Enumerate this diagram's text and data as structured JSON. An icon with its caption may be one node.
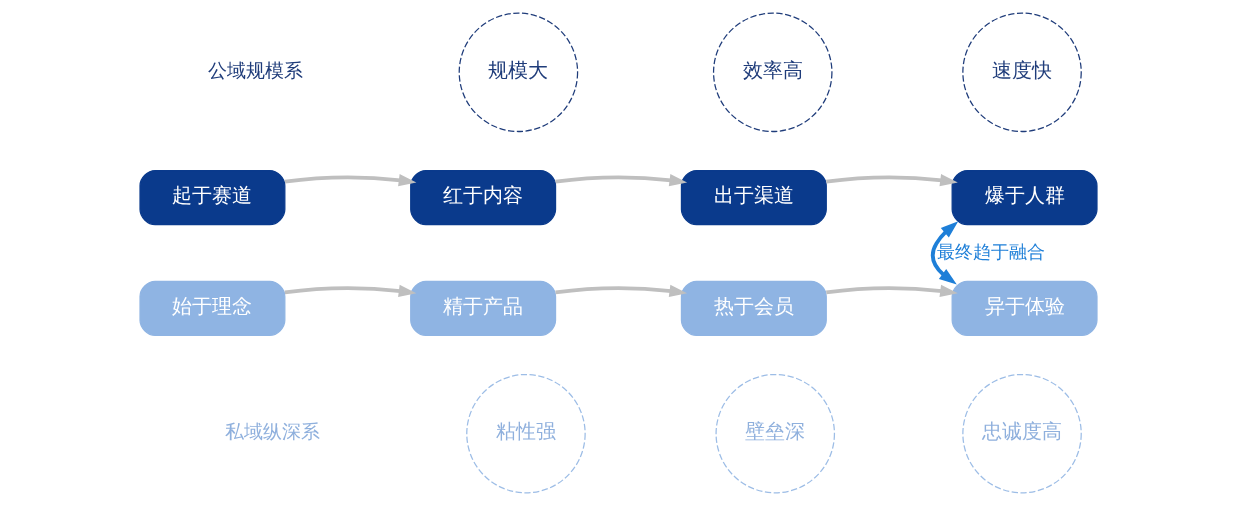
{
  "diagram": {
    "nodes": [
      {
        "text": [
          "规模大"
        ]
      },
      {
        "text": [
          "效率高"
        ]
      },
      {
        "text": [
          "速度快"
        ]
      },
      {
        "text": [
          "起于赛道"
        ]
      },
      {
        "text": [
          "红于内容"
        ]
      },
      {
        "text": [
          "出于渠道"
        ]
      },
      {
        "text": [
          "爆于人群"
        ]
      },
      {
        "text": [
          "始于理念"
        ]
      },
      {
        "text": [
          "精于产品"
        ]
      },
      {
        "text": [
          "热于会员"
        ]
      },
      {
        "text": [
          "异于体验"
        ]
      },
      {
        "text": [
          "粘性强"
        ]
      },
      {
        "text": [
          "壁垒深"
        ]
      },
      {
        "text": [
          "忠诚度高"
        ]
      }
    ],
    "edges": [
      {
        "from": 3,
        "to": 4,
        "arrow": "to"
      },
      {
        "from": 4,
        "to": 5,
        "arrow": "to"
      },
      {
        "from": 5,
        "to": 6,
        "arrow": "to"
      },
      {
        "from": 6,
        "to": 10,
        "arrow": "both",
        "label": "最终趋于融合",
        "color": "#1e7fd8"
      },
      {
        "from": 7,
        "to": 8,
        "arrow": "to"
      },
      {
        "from": 8,
        "to": 9,
        "arrow": "to"
      },
      {
        "from": 9,
        "to": 10,
        "arrow": "to"
      }
    ],
    "labels": [
      "公域规模系",
      "私域纵深系"
    ]
  }
}
